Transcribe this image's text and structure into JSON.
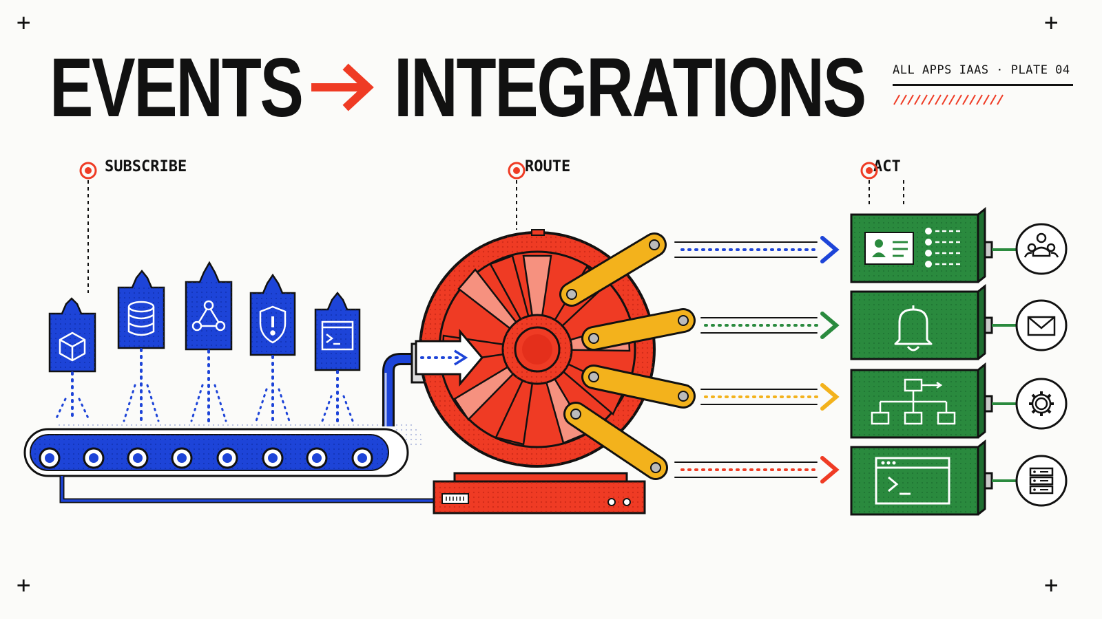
{
  "title": {
    "left": "EVENTS",
    "right": "INTEGRATIONS",
    "arrow_color": "#ef3b24"
  },
  "plate_label": "ALL APPS IAAS · PLATE 04",
  "stages": [
    {
      "label": "SUBSCRIBE"
    },
    {
      "label": "ROUTE"
    },
    {
      "label": "ACT"
    }
  ],
  "colors": {
    "blue": "#1d44d8",
    "red": "#ef3b24",
    "yellow": "#f3b21c",
    "green": "#2a8a3e",
    "ink": "#111111"
  },
  "event_sources": [
    {
      "icon": "cube-icon"
    },
    {
      "icon": "database-icon"
    },
    {
      "icon": "network-icon"
    },
    {
      "icon": "shield-alert-icon"
    },
    {
      "icon": "terminal-window-icon"
    }
  ],
  "outputs": [
    {
      "icon": "id-card-list-icon",
      "channel_color": "blue",
      "endpoint_icon": "users-icon"
    },
    {
      "icon": "bell-icon",
      "channel_color": "green",
      "endpoint_icon": "mail-icon"
    },
    {
      "icon": "workflow-tree-icon",
      "channel_color": "yellow",
      "endpoint_icon": "gear-icon"
    },
    {
      "icon": "terminal-window-icon",
      "channel_color": "red",
      "endpoint_icon": "server-icon"
    }
  ]
}
